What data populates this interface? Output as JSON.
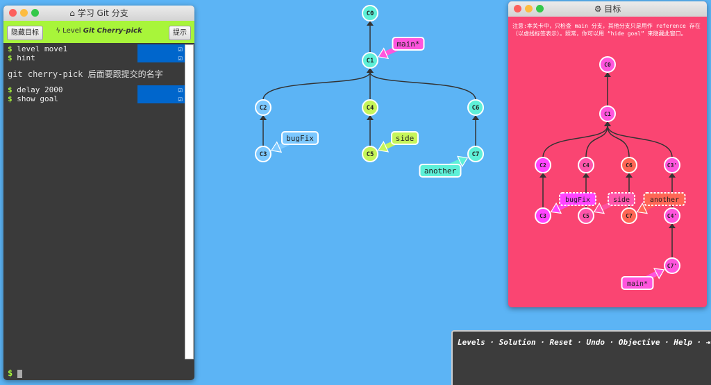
{
  "terminal": {
    "title": "学习 Git 分支",
    "hide_goal": "隐藏目标",
    "level_prefix": "Level",
    "level_name": "Git Cherry-pick",
    "hint": "提示",
    "lines": [
      {
        "cmd": "level move1"
      },
      {
        "cmd": "hint"
      }
    ],
    "message": "git cherry-pick 后面要跟提交的名字",
    "lines2": [
      {
        "cmd": "delay 2000"
      },
      {
        "cmd": "show goal"
      }
    ],
    "prompt": "$",
    "check": "☑"
  },
  "goal": {
    "title": "目标",
    "note": "注意:本关卡中，只检查 main 分支，其他分支只是用作 reference 存在（以虚线标签表示）。照常，你可以用 “hide goal” 来隐藏此窗口。"
  },
  "menu": {
    "items": [
      "Levels",
      "Solution",
      "Reset",
      "Undo",
      "Objective",
      "Help"
    ],
    "sep": "·",
    "exit": "⇥"
  },
  "main_tree": {
    "nodes": [
      {
        "id": "C0",
        "color": "#5ef0d8"
      },
      {
        "id": "C1",
        "parent": "C0",
        "color": "#5ef0d8"
      },
      {
        "id": "C2",
        "parent": "C1",
        "color": "#7cc8ff"
      },
      {
        "id": "C3",
        "parent": "C2",
        "color": "#7cc8ff"
      },
      {
        "id": "C4",
        "parent": "C1",
        "color": "#c6f55a"
      },
      {
        "id": "C5",
        "parent": "C4",
        "color": "#c6f55a"
      },
      {
        "id": "C6",
        "parent": "C1",
        "color": "#5ef0d8"
      },
      {
        "id": "C7",
        "parent": "C6",
        "color": "#5ef0d8"
      }
    ],
    "branches": [
      {
        "name": "main*",
        "target": "C1",
        "color": "#ff55dd"
      },
      {
        "name": "bugFix",
        "target": "C3",
        "color": "#7cc8ff"
      },
      {
        "name": "side",
        "target": "C5",
        "color": "#c6f55a"
      },
      {
        "name": "another",
        "target": "C7",
        "color": "#5ef0d8"
      }
    ]
  },
  "goal_tree": {
    "nodes": [
      {
        "id": "C0",
        "color": "#ff55dd"
      },
      {
        "id": "C1",
        "parent": "C0",
        "color": "#ff55dd"
      },
      {
        "id": "C2",
        "parent": "C1",
        "color": "#ff44ff"
      },
      {
        "id": "C3",
        "parent": "C2",
        "color": "#ff44ff"
      },
      {
        "id": "C4",
        "parent": "C1",
        "color": "#ff55aa"
      },
      {
        "id": "C5",
        "parent": "C4",
        "color": "#ff55aa"
      },
      {
        "id": "C6",
        "parent": "C1",
        "color": "#ff6655"
      },
      {
        "id": "C7",
        "parent": "C6",
        "color": "#ff6655"
      },
      {
        "id": "C3'",
        "parent": "C1",
        "color": "#ff55dd"
      },
      {
        "id": "C4'",
        "parent": "C3'",
        "color": "#ff55dd"
      },
      {
        "id": "C7'",
        "parent": "C4'",
        "color": "#ff55dd"
      }
    ],
    "branches": [
      {
        "name": "bugFix",
        "target": "C3",
        "color": "#ff44ff",
        "dashed": true
      },
      {
        "name": "side",
        "target": "C5",
        "color": "#ff55aa",
        "dashed": true
      },
      {
        "name": "another",
        "target": "C7",
        "color": "#ff6655",
        "dashed": true
      },
      {
        "name": "main*",
        "target": "C7'",
        "color": "#ff55dd"
      }
    ]
  }
}
